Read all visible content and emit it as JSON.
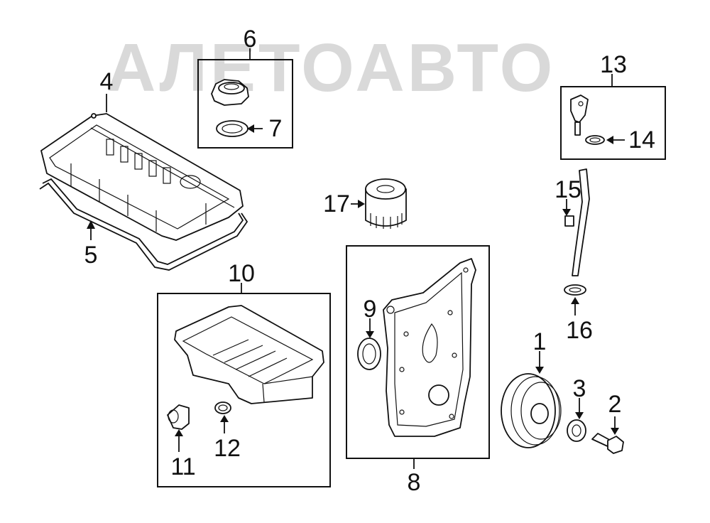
{
  "watermark": {
    "text": "АЛЕТОАВТО"
  },
  "callouts": {
    "c1": "1",
    "c2": "2",
    "c3": "3",
    "c4": "4",
    "c5": "5",
    "c6": "6",
    "c7": "7",
    "c8": "8",
    "c9": "9",
    "c10": "10",
    "c11": "11",
    "c12": "12",
    "c13": "13",
    "c14": "14",
    "c15": "15",
    "c16": "16",
    "c17": "17"
  }
}
